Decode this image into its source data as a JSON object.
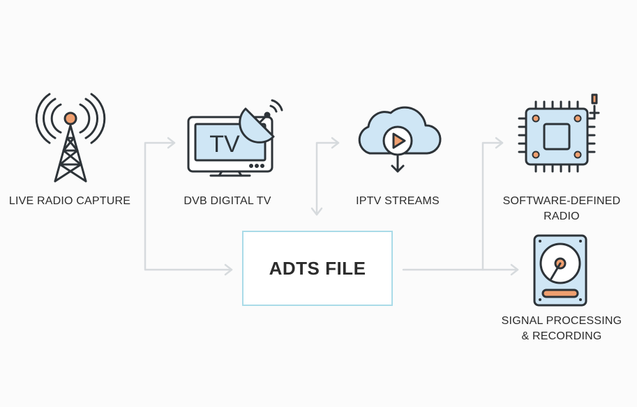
{
  "diagram": {
    "hub_label": "ADTS FILE",
    "sources": [
      {
        "label": "LIVE RADIO CAPTURE",
        "icon": "radio-tower-icon"
      },
      {
        "label": "DVB DIGITAL TV",
        "icon": "tv-satellite-icon",
        "screen_text": "TV"
      },
      {
        "label": "IPTV STREAMS",
        "icon": "cloud-play-icon"
      },
      {
        "label_line1": "SOFTWARE-DEFINED",
        "label_line2": "RADIO",
        "icon": "chip-icon"
      }
    ],
    "output": {
      "label_line1": "SIGNAL PROCESSING",
      "label_line2": "& RECORDING",
      "icon": "hard-drive-icon"
    },
    "colors": {
      "accent_light": "#cfe6f5",
      "accent_orange": "#f0a070",
      "stroke": "#2d3338",
      "connector": "#d6dadd",
      "hub_border": "#a9dbe8"
    }
  }
}
